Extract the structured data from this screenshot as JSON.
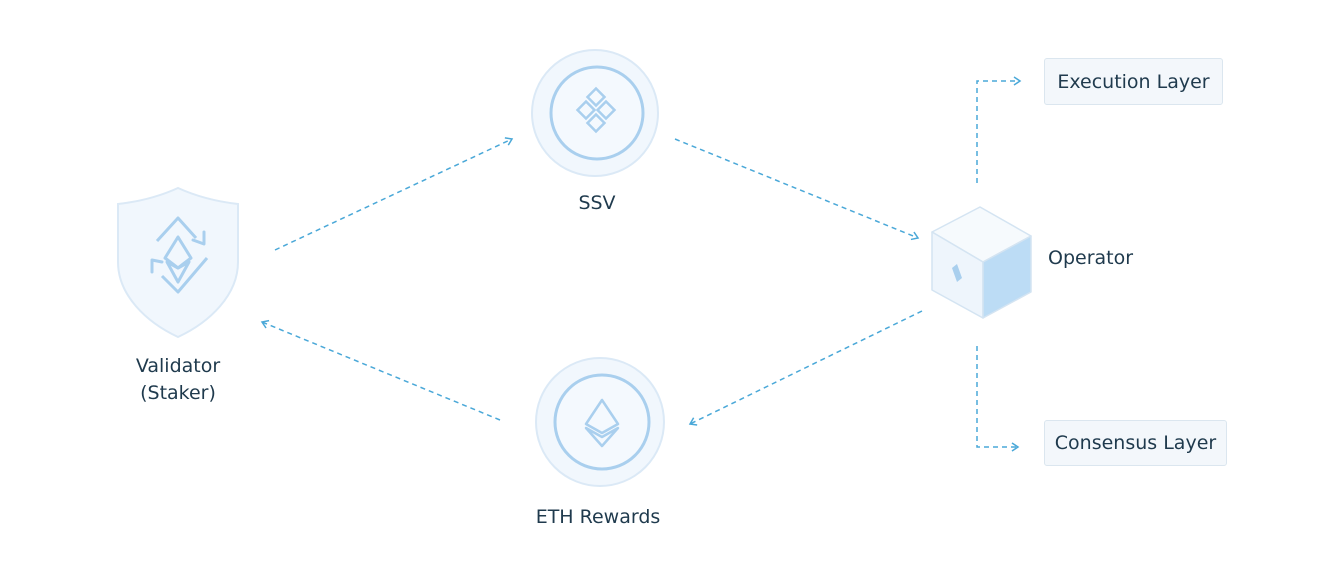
{
  "nodes": {
    "validator": {
      "line1": "Validator",
      "line2": "(Staker)"
    },
    "ssv": {
      "label": "SSV"
    },
    "eth_rewards": {
      "label": "ETH Rewards"
    },
    "operator": {
      "label": "Operator"
    },
    "execution_layer": {
      "label": "Execution Layer"
    },
    "consensus_layer": {
      "label": "Consensus Layer"
    }
  },
  "colors": {
    "arrow": "#4aa8d8",
    "icon_stroke": "#a9cfee",
    "icon_fill": "#f1f7fd",
    "text": "#1f3a4d"
  }
}
